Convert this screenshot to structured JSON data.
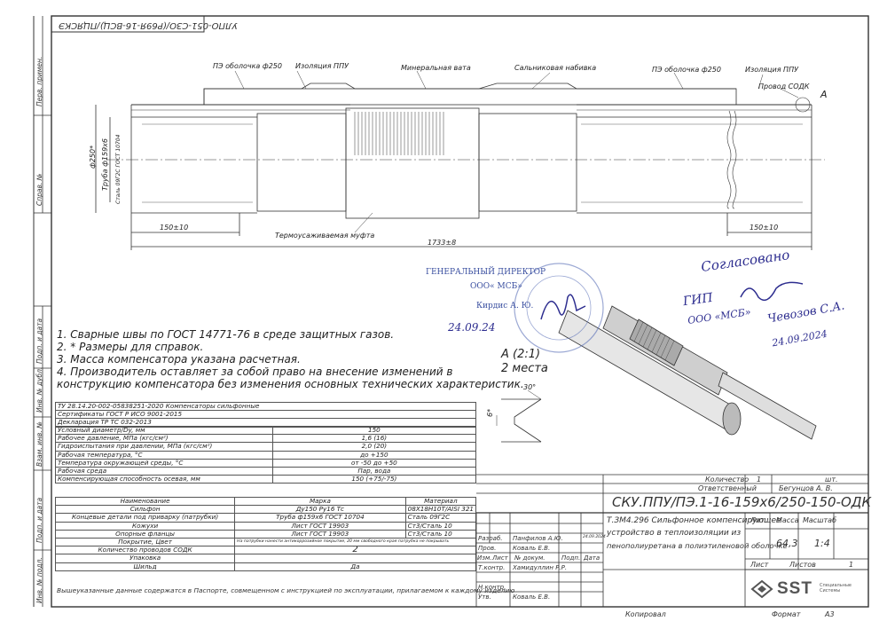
{
  "doc_code_rotated": "УЛПО-051-СЗО/(Р69Я-16-ВСЦ)/ПЦЯСКЭ",
  "side_labels": {
    "perv_primen": "Перв. примен.",
    "sprav": "Справ. №",
    "podp_data1": "Подп. и дата",
    "inv_dubl": "Инв. № дубл.",
    "vzam_inv": "Взам. инв. №",
    "podp_data2": "Подп. и дата",
    "inv_podl": "Инв. № подл."
  },
  "drawing": {
    "labels": {
      "pe_left": "ПЭ оболочка ф250",
      "ppu_left": "Изоляция ППУ",
      "mineral": "Минеральная вата",
      "salnik": "Сальниковая набивка",
      "pe_right": "ПЭ оболочка ф250",
      "ppu_right": "Изоляция ППУ",
      "sodk": "Провод СОДК",
      "a_mark": "А",
      "mufta": "Термоусаживаемая муфта",
      "dia_outer": "ф250*",
      "pipe": "Труба ф159х6",
      "pipe_steel": "Сталь 09Г2С ГОСТ 10704",
      "dim_left": "150±10",
      "dim_right": "150±10",
      "dim_total": "1733±8"
    }
  },
  "notes": [
    "1. Сварные швы по ГОСТ 14771-76 в среде защитных газов.",
    "2. * Размеры для справок.",
    "3. Масса компенсатора указана расчетная.",
    "4. Производитель оставляет за собой право на внесение изменений в",
    "конструкцию компенсатора без изменения основных технических характеристик."
  ],
  "detail": {
    "title": "А (2:1)",
    "count": "2 места",
    "angle": "30°",
    "dim": "6*"
  },
  "stamp": {
    "director_line1": "ГЕНЕРАЛЬНЫЙ ДИРЕКТОР",
    "director_line2": "ООО« МСБ»",
    "director_line3": "Кирдис А. Ю.",
    "director_date": "24.09.24",
    "agreed": "Согласовано",
    "gip": "ГИП",
    "gip_org": "ООО «МСБ»",
    "gip_name": "Чевозов С.А.",
    "gip_date": "24.09.2024"
  },
  "spec_header": [
    "ТУ 28.14.20-002-05838251-2020 Компенсаторы сильфонные",
    "Сертификаты ГОСТ Р ИСО 9001-2015",
    "Декларация ТР ТС 032-2013"
  ],
  "spec_params": [
    {
      "name": "Условный диаметр/Dy, мм",
      "value": "150"
    },
    {
      "name": "Рабочее давление, МПа (кгс/см²)",
      "value": "1,6 (16)"
    },
    {
      "name": "Гидроиспытания при давлении, МПа (кгс/см²)",
      "value": "2,0 (20)"
    },
    {
      "name": "Рабочая температура, °С",
      "value": "до +150"
    },
    {
      "name": "Температура окружающей среды, °С",
      "value": "от -50 до +50"
    },
    {
      "name": "Рабочая среда",
      "value": "Пар, вода"
    },
    {
      "name": "Компенсирующая способность осевая, мм",
      "value": "150 (+75/-75)"
    }
  ],
  "comp_header": {
    "name": "Наименование",
    "mark": "Марка",
    "material": "Материал"
  },
  "components": [
    {
      "name": "Сильфон",
      "mark": "Ду150 Ру16 Тс",
      "material": "08Х18Н10Т/AISI 321"
    },
    {
      "name": "Концевые детали под приварку (патрубки)",
      "mark": "Труба ф159х6 ГОСТ 10704",
      "material": "Сталь 09Г2С"
    },
    {
      "name": "Кожухи",
      "mark": "Лист ГОСТ 19903",
      "material": "Ст3/Сталь 10"
    },
    {
      "name": "Опорные фланцы",
      "mark": "Лист ГОСТ 19903",
      "material": "Ст3/Сталь 10"
    },
    {
      "name": "Покрытие, Цвет",
      "mark": "На патрубки нанести антикоррозийное покрытие, 20 мм свободного края патрубка не покрывать",
      "material": ""
    },
    {
      "name": "Количество проводов СОДК",
      "mark": "2",
      "material": ""
    },
    {
      "name": "Упаковка",
      "mark": "",
      "material": ""
    },
    {
      "name": "Шильд",
      "mark": "Да",
      "material": ""
    }
  ],
  "footnote": "Вышеуказанные данные содержатся в Паспорте, совмещенном с инструкцией по эксплуатации, прилагаемом к каждому изделию",
  "title_block": {
    "qty_label": "Количество",
    "qty_value": "1",
    "qty_unit": "шт.",
    "resp_label": "Ответственный",
    "resp_value": "Бегунцов А. В.",
    "designation": "СКУ.ППУ/ПЭ.1-16-159х6/250-150-ОДК",
    "name_line1": "Т.ЗМ4.296 Сильфонное компенсирующее",
    "name_line2": "устройство в теплоизоляции из",
    "name_line3": "пенополиуретана в полиэтиленовой оболочке",
    "col_lit": "Лит.",
    "col_mass": "Масса",
    "col_scale": "Масштаб",
    "mass": "64,3",
    "scale": "1:4",
    "sheet_label": "Лист",
    "sheets_label": "Листов",
    "sheets_value": "1",
    "rev_headers": [
      "Изм.",
      "Лист",
      "№ докум.",
      "Подп.",
      "Дата"
    ],
    "roles": [
      {
        "role": "Разраб.",
        "name": "Панфилов А.Ю.",
        "date": "24.09.2024"
      },
      {
        "role": "Пров.",
        "name": "Коваль Е.В.",
        "date": ""
      },
      {
        "role": "Т.контр.",
        "name": "Хамидуллин Р.Р.",
        "date": ""
      },
      {
        "role": "",
        "name": "",
        "date": ""
      },
      {
        "role": "Н.контр.",
        "name": "",
        "date": ""
      },
      {
        "role": "Утв.",
        "name": "Коваль Е.В.",
        "date": ""
      }
    ],
    "logo": "SST",
    "logo_sub": "Специальные Системы",
    "copied": "Копировал",
    "format_label": "Формат",
    "format_value": "А3"
  }
}
